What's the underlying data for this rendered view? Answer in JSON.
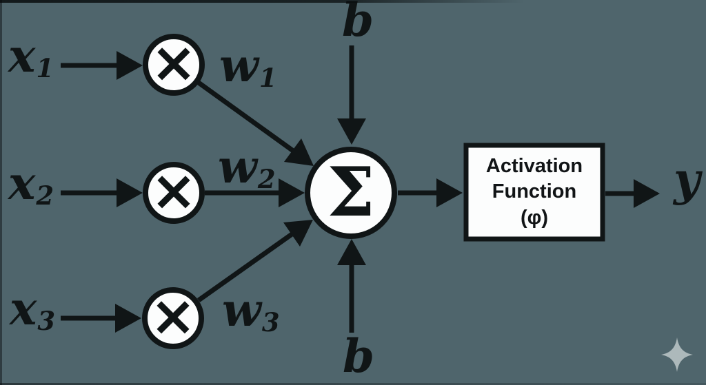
{
  "diagram": {
    "inputs": [
      {
        "base": "x",
        "sub": "1"
      },
      {
        "base": "x",
        "sub": "2"
      },
      {
        "base": "x",
        "sub": "3"
      }
    ],
    "weights": [
      {
        "base": "w",
        "sub": "1"
      },
      {
        "base": "w",
        "sub": "2"
      },
      {
        "base": "w",
        "sub": "3"
      }
    ],
    "bias_top": "b",
    "bias_bottom": "b",
    "multiply_symbol": "×",
    "sum_symbol": "Σ",
    "activation_box": {
      "line1": "Activation",
      "line2": "Function",
      "line3": "(φ)"
    },
    "output": "y"
  },
  "colors": {
    "background": "#4f656c",
    "ink": "#101516",
    "node_fill": "#fcfdfd",
    "sparkle": "#adb9bb"
  }
}
